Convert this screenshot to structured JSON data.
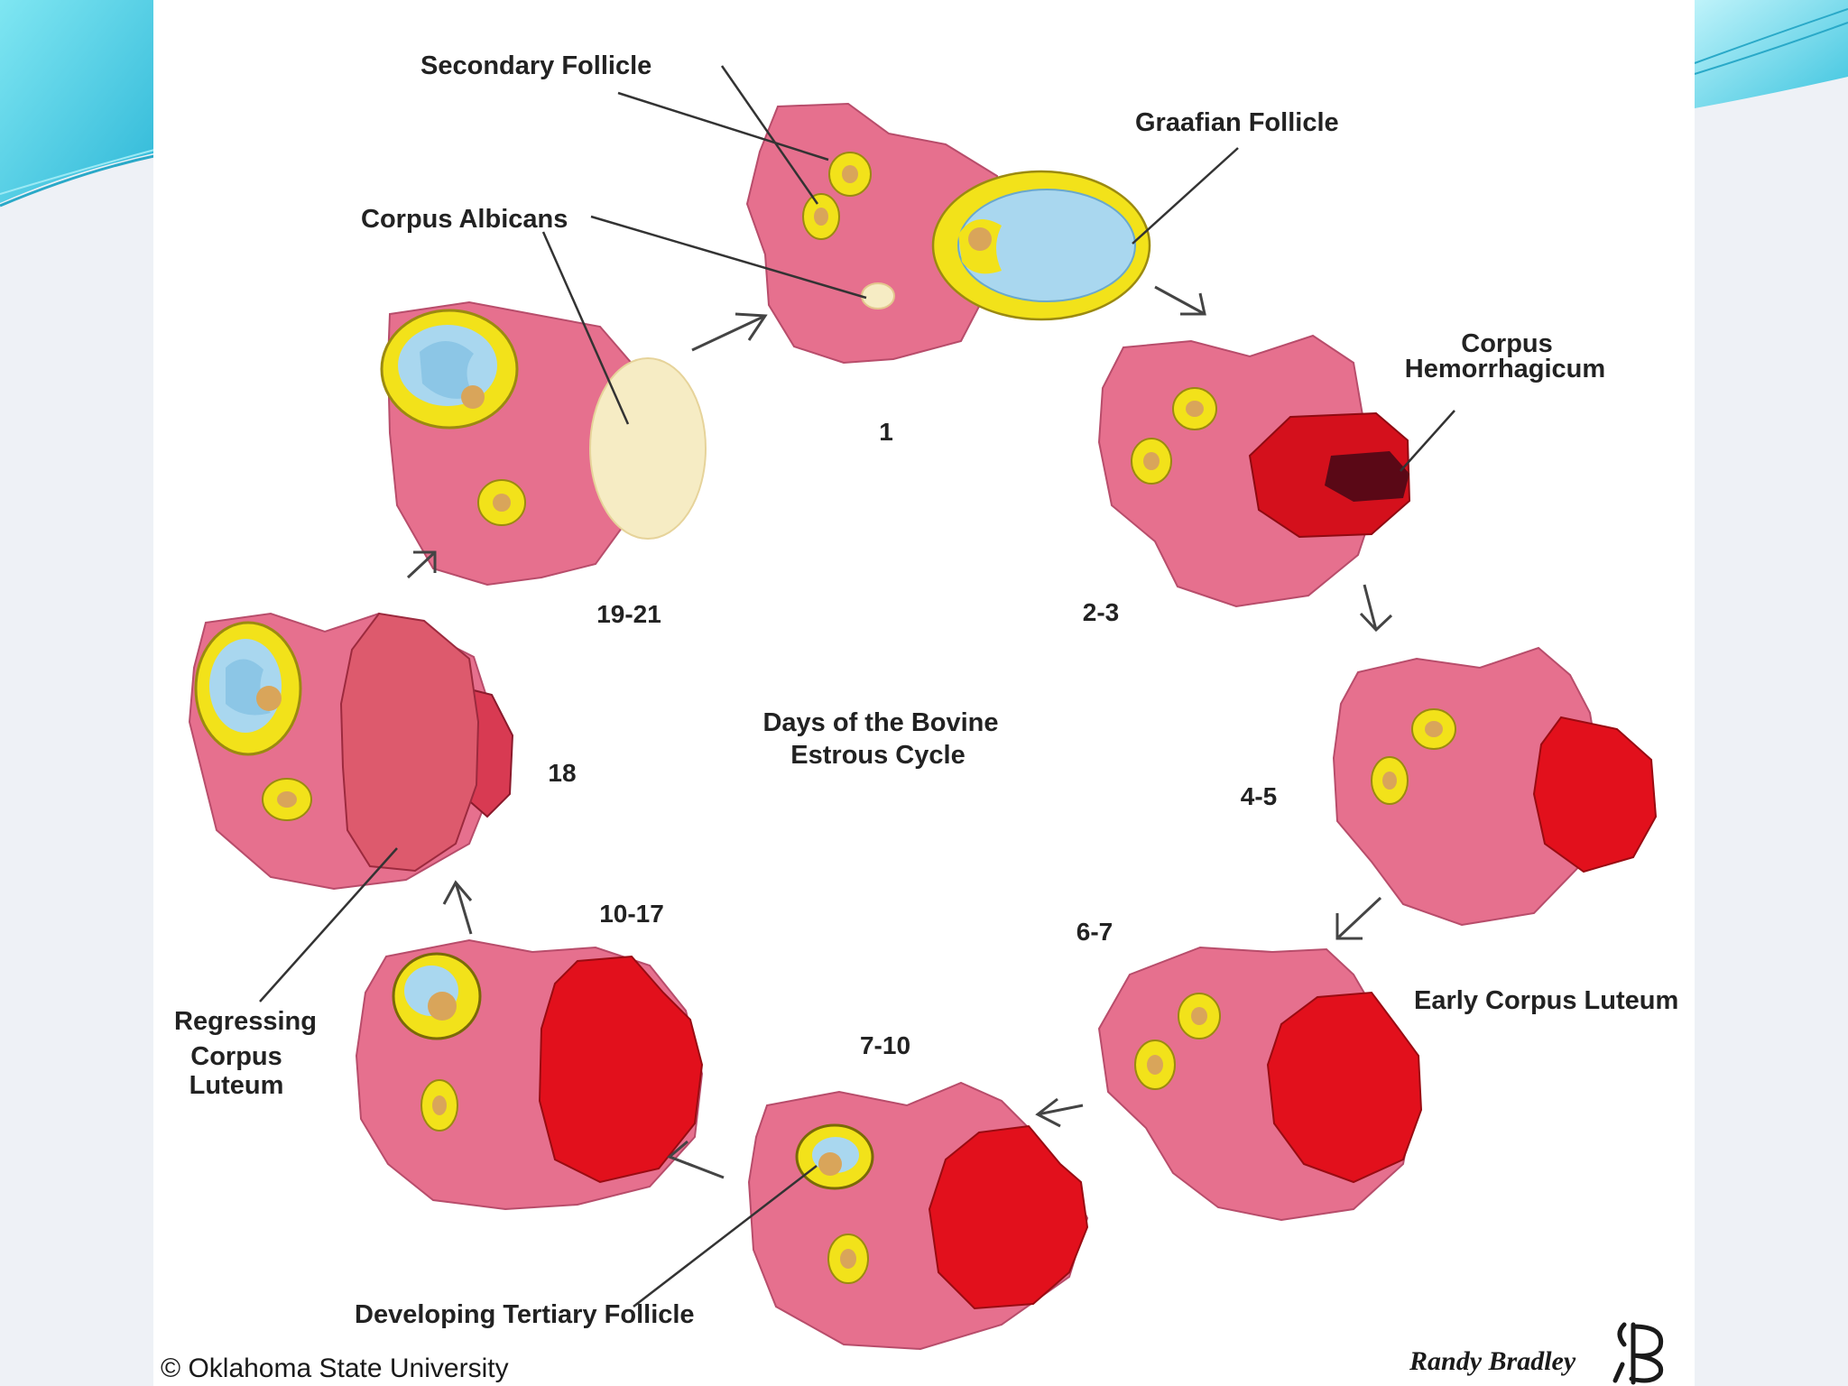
{
  "labels": {
    "secondary_follicle": "Secondary Follicle",
    "graafian_follicle": "Graafian Follicle",
    "corpus_albicans": "Corpus Albicans",
    "corpus_hemorrhagicum_1": "Corpus",
    "corpus_hemorrhagicum_2": "Hemorrhagicum",
    "early_corpus_luteum": "Early Corpus Luteum",
    "regressing_cl_1": "Regressing",
    "regressing_cl_2": "Corpus",
    "regressing_cl_3": "Luteum",
    "developing_tertiary_follicle": "Developing Tertiary Follicle",
    "center_title_1": "Days of the Bovine",
    "center_title_2": "Estrous Cycle"
  },
  "days": {
    "d1": "1",
    "d2_3": "2-3",
    "d4_5": "4-5",
    "d6_7": "6-7",
    "d7_10": "7-10",
    "d10_17": "10-17",
    "d18": "18",
    "d19_21": "19-21"
  },
  "credits": {
    "copyright": "©  Oklahoma State University",
    "signature": "Randy Bradley",
    "monogram": "RB"
  },
  "colors": {
    "ovary": "#e6708e",
    "follicle_rim": "#f2e21a",
    "antrum": "#a9d7ef",
    "corpus_luteum": "#e2101c",
    "corpus_albicans": "#f6ecc4",
    "slide_accent": "#3ec8e0"
  }
}
